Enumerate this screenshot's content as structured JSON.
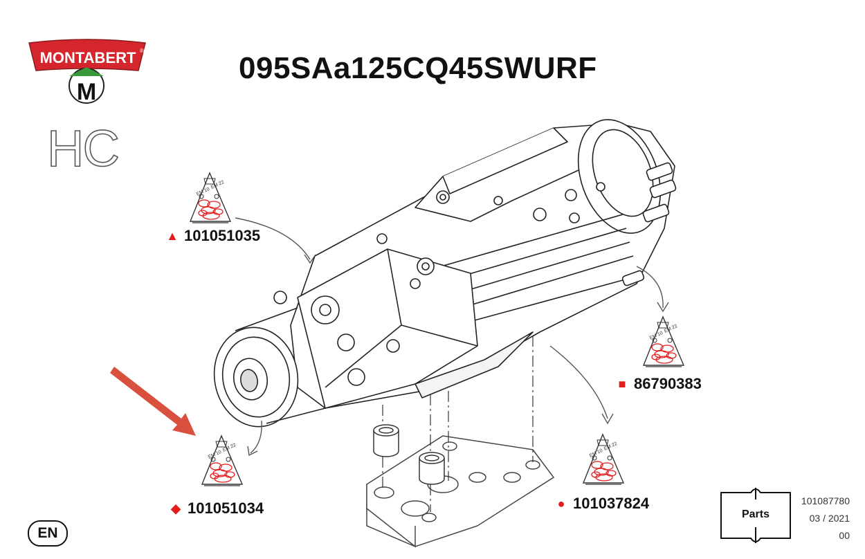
{
  "brand": {
    "name": "MONTABERT",
    "reg": "®",
    "monogram": "M",
    "series": "HC"
  },
  "title": "095SAa125CQ45SWURF",
  "kits": [
    {
      "symbol": "▲",
      "symbol_name": "triangle",
      "number": "101051035",
      "bag_labels": [
        "EM 10",
        "EM 22"
      ]
    },
    {
      "symbol": "■",
      "symbol_name": "square",
      "number": "86790383",
      "bag_labels": [
        "EM 10",
        "EM 22"
      ]
    },
    {
      "symbol": "◆",
      "symbol_name": "diamond",
      "number": "101051034",
      "bag_labels": [
        "EM 10",
        "EM 22"
      ]
    },
    {
      "symbol": "●",
      "symbol_name": "circle",
      "number": "101037824",
      "bag_labels": [
        "EM 10",
        "EM 22"
      ]
    }
  ],
  "language": "EN",
  "parts_book": {
    "label": "Parts"
  },
  "doc_info": {
    "reference": "101087780",
    "date": "03 / 2021",
    "revision": "00"
  },
  "colors": {
    "accent": "#e41c1c",
    "brand_red": "#d4262c",
    "brand_green": "#3a9a3a",
    "line": "#222222",
    "pointer_arrow": "#d9503f"
  }
}
